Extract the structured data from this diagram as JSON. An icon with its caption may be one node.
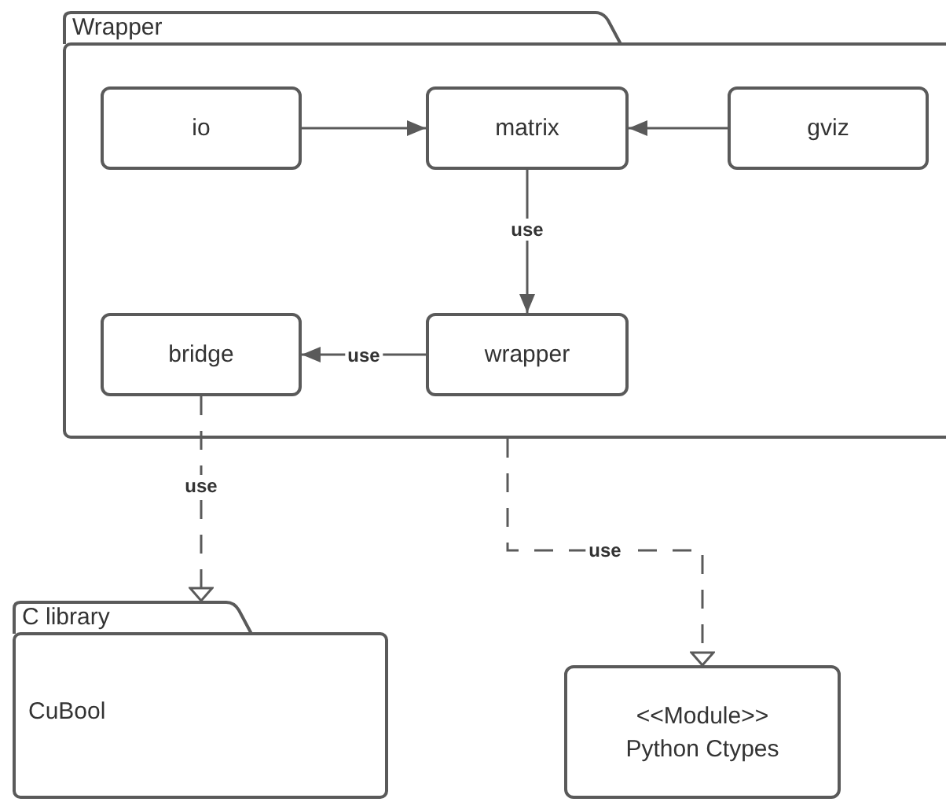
{
  "diagram": {
    "nodes": [
      {
        "text": [
          "Wrapper"
        ]
      },
      {
        "text": [
          "io"
        ],
        "in": 0
      },
      {
        "text": [
          "matrix"
        ],
        "in": 0
      },
      {
        "text": [
          "gviz"
        ],
        "in": 0
      },
      {
        "text": [
          "bridge"
        ],
        "in": 0
      },
      {
        "text": [
          "wrapper"
        ],
        "in": 0
      },
      {
        "text": [
          "C library",
          "CuBool"
        ]
      },
      {
        "text": [
          "<<Module>>",
          "Python Ctypes"
        ]
      }
    ],
    "edges": [
      {
        "from": 1,
        "to": 2,
        "arrow": "to"
      },
      {
        "from": 3,
        "to": 2,
        "arrow": "to"
      },
      {
        "from": 2,
        "to": 5,
        "arrow": "to",
        "label": "use"
      },
      {
        "from": 5,
        "to": 4,
        "arrow": "to",
        "label": "use"
      },
      {
        "from": 4,
        "to": 6,
        "arrow": "to",
        "label": "use",
        "style": "dashed"
      },
      {
        "from": 0,
        "to": 7,
        "arrow": "to",
        "label": "use",
        "style": "dashed"
      }
    ]
  }
}
